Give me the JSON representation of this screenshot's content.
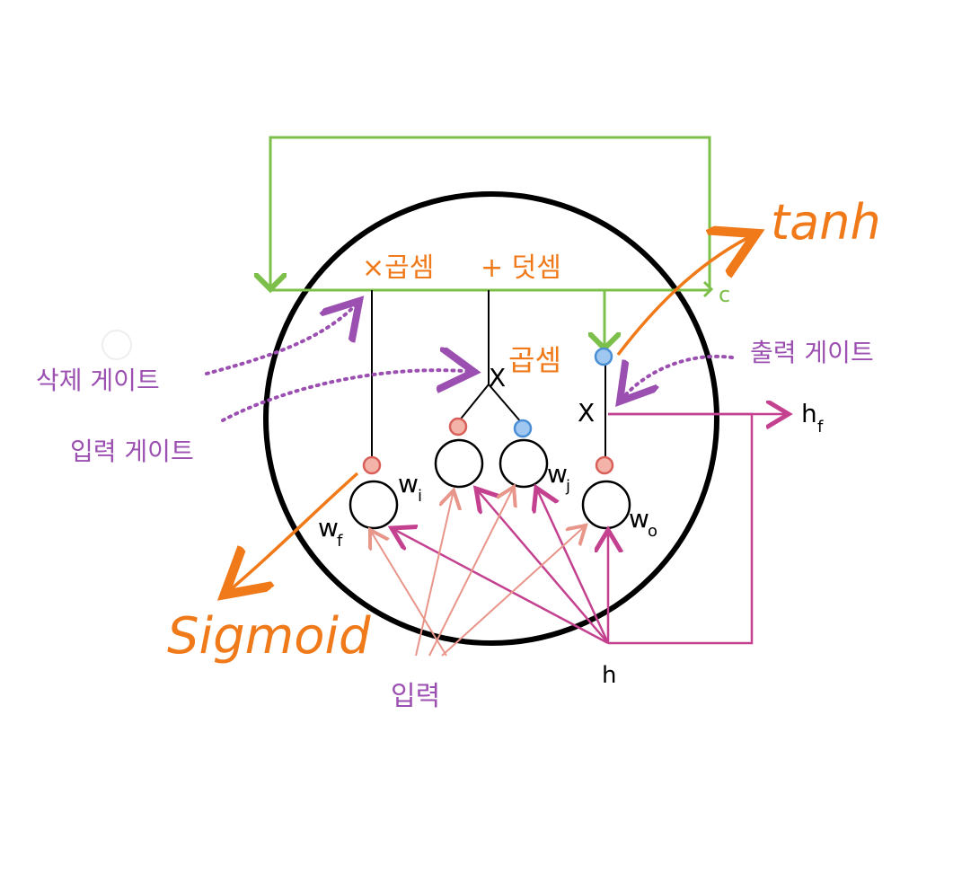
{
  "labels": {
    "mul_top": "×곱셈",
    "add_top": "+ 덧셈",
    "mul_mid": "곱셈",
    "cell_state": "c",
    "tanh": "tanh",
    "sigmoid": "Sigmoid",
    "forget_gate": "삭제 게이트",
    "input_gate": "입력 게이트",
    "output_gate": "출력 게이트",
    "input": "입력",
    "h": "h",
    "h_f_base": "h",
    "h_f_sub": "f",
    "x_mid": "X",
    "x_right": "X",
    "w_i_base": "w",
    "w_i_sub": "i",
    "w_f_base": "w",
    "w_f_sub": "f",
    "w_j_base": "w",
    "w_j_sub": "j",
    "w_o_base": "w",
    "w_o_sub": "o"
  },
  "colors": {
    "green": "#7cc04b",
    "purple": "#9b4fb0",
    "orange": "#f07a1a",
    "magenta": "#c4418f",
    "salmon": "#e8958a",
    "red_dot": "#d9605a",
    "blue_dot": "#4a8fd6"
  }
}
